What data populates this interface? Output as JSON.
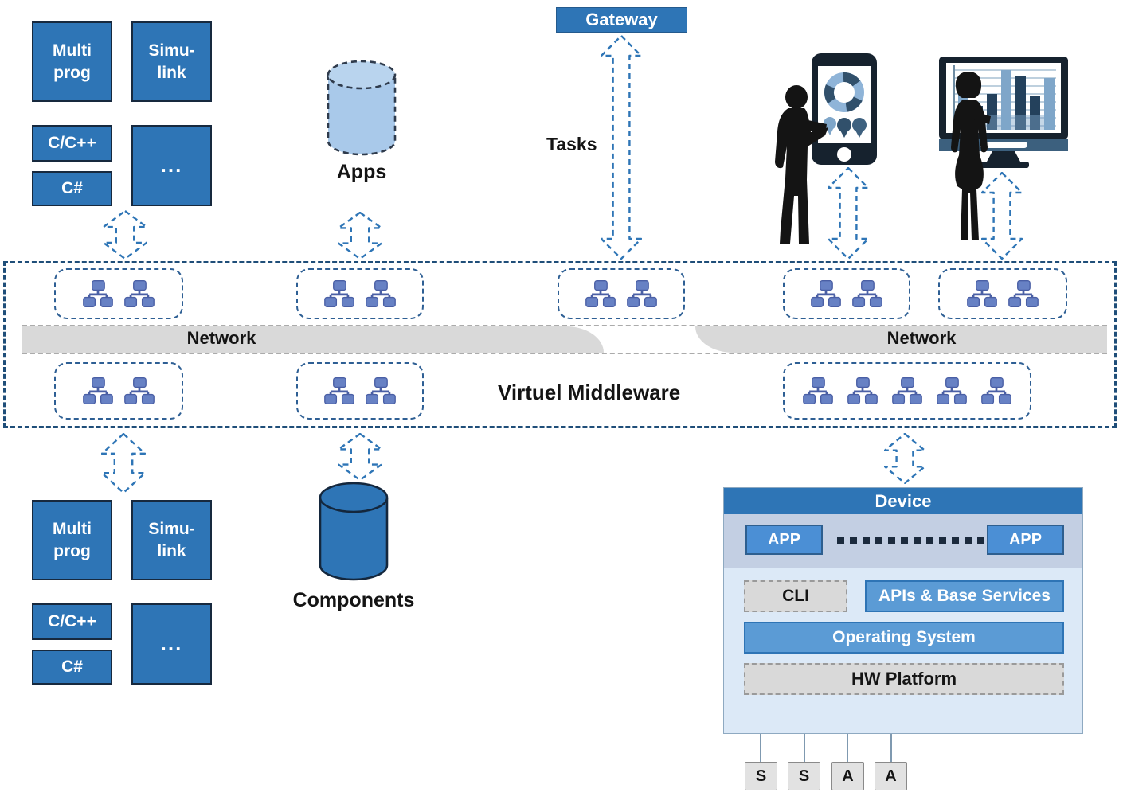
{
  "labels": {
    "gateway": "Gateway",
    "tasks": "Tasks",
    "apps": "Apps",
    "components": "Components",
    "network_left": "Network",
    "network_right": "Network",
    "middleware": "Virtuel Middleware"
  },
  "prog": {
    "multiprog": "Multi prog",
    "simulink": "Simu- link",
    "cpp": "C/C++",
    "csharp": "C#",
    "more": "..."
  },
  "device": {
    "title": "Device",
    "app_left": "APP",
    "app_right": "APP",
    "cli": "CLI",
    "apis": "APIs & Base Services",
    "os": "Operating System",
    "hw": "HW Platform",
    "ports": [
      "S",
      "S",
      "A",
      "A"
    ]
  },
  "icons": {
    "apps_store": "database-cylinder-icon",
    "components_store": "database-cylinder-icon",
    "cluster_node": "network-tree-icon",
    "arrows": "double-headed-dashed-arrow-icon",
    "person_mobile": "person-with-smartphone-icon",
    "person_desktop": "person-with-monitor-icon"
  },
  "colors": {
    "accent": "#2E75B6",
    "band_border": "#1F4E79",
    "cluster_border": "#2E5F94",
    "tree_fill": "#6781C4",
    "tree_stroke": "#4A5FA5",
    "bar_gray": "#D9D9D9",
    "apps_cyl": "#A9C9EA",
    "components_cyl": "#2E75B6",
    "device_body": "#DCE9F7",
    "app_row": "#C3CFE3",
    "app_btn": "#4B8FD5",
    "chip_gray": "#D9D9D9",
    "chip_blue": "#5B9BD5",
    "silhouette": "#141414"
  }
}
